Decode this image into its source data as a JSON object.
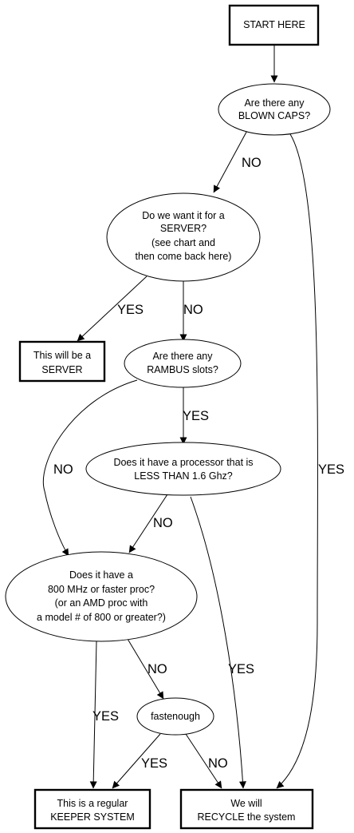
{
  "nodes": {
    "start": {
      "lines": [
        "START HERE"
      ]
    },
    "blown_caps": {
      "lines": [
        "Are there any",
        "BLOWN CAPS?"
      ]
    },
    "server_q": {
      "lines": [
        "Do we want it for a",
        "SERVER?",
        "(see chart and",
        "then come back here)"
      ]
    },
    "server_box": {
      "lines": [
        "This will be a",
        "SERVER"
      ]
    },
    "rambus": {
      "lines": [
        "Are there any",
        "RAMBUS slots?"
      ]
    },
    "proc_16": {
      "lines": [
        "Does it have a processor that is",
        "LESS THAN 1.6 Ghz?"
      ]
    },
    "proc_800": {
      "lines": [
        "Does it have a",
        "800 MHz or faster proc?",
        "(or an AMD proc with",
        "a model # of 800 or greater?)"
      ]
    },
    "fastenough": {
      "lines": [
        "fastenough"
      ]
    },
    "keeper": {
      "lines": [
        "This is a regular",
        "KEEPER SYSTEM"
      ]
    },
    "recycle": {
      "lines": [
        "We will",
        "RECYCLE the system"
      ]
    }
  },
  "edge_labels": {
    "caps_no": "NO",
    "caps_yes": "YES",
    "server_yes": "YES",
    "server_no": "NO",
    "rambus_yes": "YES",
    "rambus_no": "NO",
    "proc16_no": "NO",
    "proc16_yes": "YES",
    "proc800_yes": "YES",
    "proc800_no": "NO",
    "fast_yes": "YES",
    "fast_no": "NO"
  }
}
